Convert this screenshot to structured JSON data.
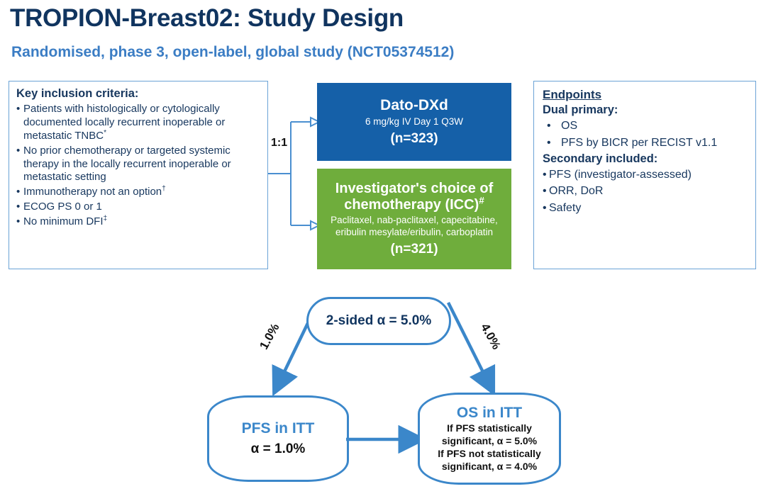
{
  "header": {
    "title": "TROPION-Breast02: Study Design",
    "subtitle": "Randomised, phase 3, open-label, global study (NCT05374512)"
  },
  "colors": {
    "title_navy": "#10345F",
    "subtitle_blue": "#3B7DC4",
    "arm_blue": "#1560A8",
    "arm_green": "#6FAD3C",
    "border_blue": "#6BA3D6",
    "connector_blue": "#3B87CA",
    "body_navy": "#17375E"
  },
  "criteria": {
    "heading": "Key inclusion criteria:",
    "bullet_glyph": "•",
    "items": [
      "Patients with histologically or cytologically documented locally recurrent inoperable or metastatic TNBC*",
      "No prior chemotherapy or targeted systemic therapy in the locally recurrent inoperable or metastatic setting",
      "Immunotherapy not an option†",
      "ECOG PS 0 or 1",
      "No minimum DFI‡"
    ]
  },
  "randomisation": {
    "ratio": "1:1"
  },
  "arms": [
    {
      "name": "Dato-DXd",
      "dose": "6 mg/kg IV Day 1 Q3W",
      "n": "(n=323)"
    },
    {
      "name": "Investigator's choice of chemotherapy (ICC)#",
      "dose": "Paclitaxel, nab-paclitaxel, capecitabine, eribulin mesylate/eribulin, carboplatin",
      "n": "(n=321)"
    }
  ],
  "endpoints": {
    "title": "Endpoints",
    "bullet_glyph": "•",
    "primary_heading": "Dual primary:",
    "primary": [
      "OS",
      "PFS by BICR per RECIST v1.1"
    ],
    "secondary_heading": "Secondary included:",
    "secondary": [
      "PFS (investigator-assessed)",
      "ORR, DoR",
      "Safety"
    ]
  },
  "alpha_allocation": {
    "top_label": "2-sided α = 5.0%",
    "left_branch": "1.0%",
    "right_branch": "4.0%",
    "pfs": {
      "title": "PFS in ITT",
      "alpha": "α = 1.0%"
    },
    "os": {
      "title": "OS in ITT",
      "note_line1": "If PFS statistically",
      "note_line2": "significant, α = 5.0%",
      "note_line3": "If PFS not statistically",
      "note_line4": "significant, α = 4.0%"
    }
  }
}
